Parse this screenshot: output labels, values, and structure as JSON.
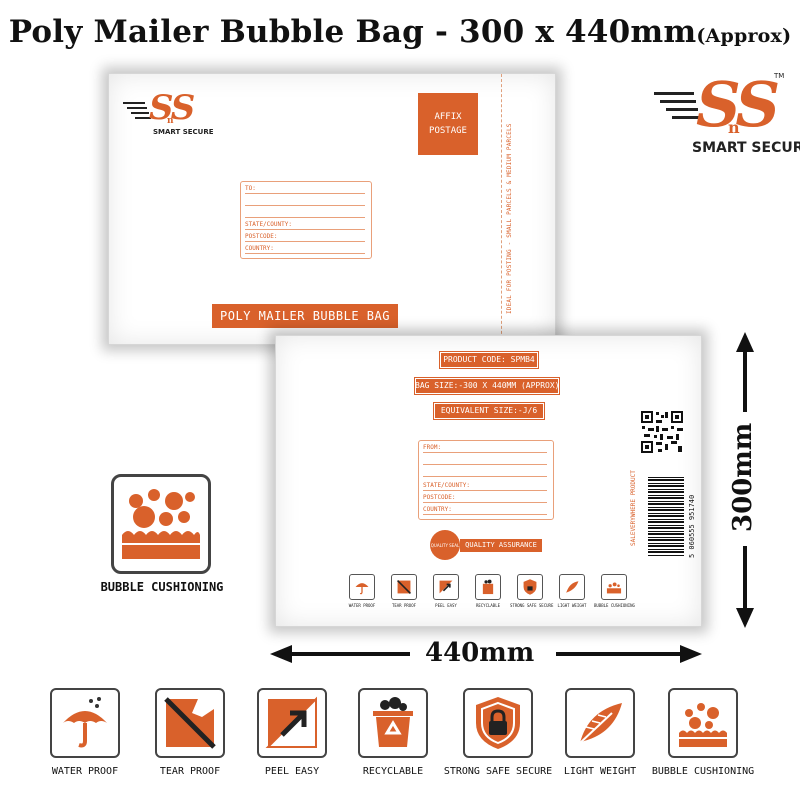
{
  "title": {
    "main": "Poly Mailer Bubble Bag - 300 x 440mm",
    "suffix": "(Approx)"
  },
  "brand": {
    "letters": "SS",
    "middle": "n",
    "tagline": "SMART SECURE",
    "trademark": "TM",
    "accent_color": "#d9612b"
  },
  "front_envelope": {
    "affix_postage": [
      "AFFIX",
      "POSTAGE"
    ],
    "address_rows": [
      "TO:",
      "",
      "",
      "STATE/COUNTY:",
      "POSTCODE:",
      "COUNTRY:"
    ],
    "banner": "POLY MAILER BUBBLE BAG",
    "side_text": "IDEAL FOR POSTING - SMALL PARCELS & MEDIUM PARCELS"
  },
  "back_envelope": {
    "product_code": "PRODUCT CODE: SPMB4",
    "bag_size": "BAG SIZE:-300 X 440MM (APPROX)",
    "equivalent_size": "EQUIVALENT SIZE:-J/6",
    "address_rows": [
      "FROM:",
      "",
      "",
      "STATE/COUNTY:",
      "POSTCODE:",
      "COUNTRY:"
    ],
    "seal_text": "QUALITY SEAL",
    "quality_ribbon": "QUALITY ASSURANCE",
    "side_text": "SALEVERYWHERE PRODUCT",
    "barcode_number": "5 060555 951740",
    "mini_icons": [
      "WATER PROOF",
      "TEAR PROOF",
      "PEEL EASY",
      "RECYCLABLE",
      "STRONG SAFE SECURE",
      "LIGHT WEIGHT",
      "BUBBLE CUSHIONING"
    ]
  },
  "bubble_feature": {
    "label": "BUBBLE CUSHIONING",
    "icon": "bubble-cushioning-icon"
  },
  "dimensions": {
    "width": "440mm",
    "height": "300mm"
  },
  "features": [
    {
      "label": "WATER PROOF",
      "icon": "umbrella-icon"
    },
    {
      "label": "TEAR PROOF",
      "icon": "tear-proof-icon"
    },
    {
      "label": "PEEL EASY",
      "icon": "peel-arrow-icon"
    },
    {
      "label": "RECYCLABLE",
      "icon": "recycle-bin-icon"
    },
    {
      "label": "STRONG SAFE SECURE",
      "icon": "shield-lock-icon"
    },
    {
      "label": "LIGHT WEIGHT",
      "icon": "feather-icon"
    },
    {
      "label": "BUBBLE CUSHIONING",
      "icon": "bubble-cushioning-icon"
    }
  ]
}
